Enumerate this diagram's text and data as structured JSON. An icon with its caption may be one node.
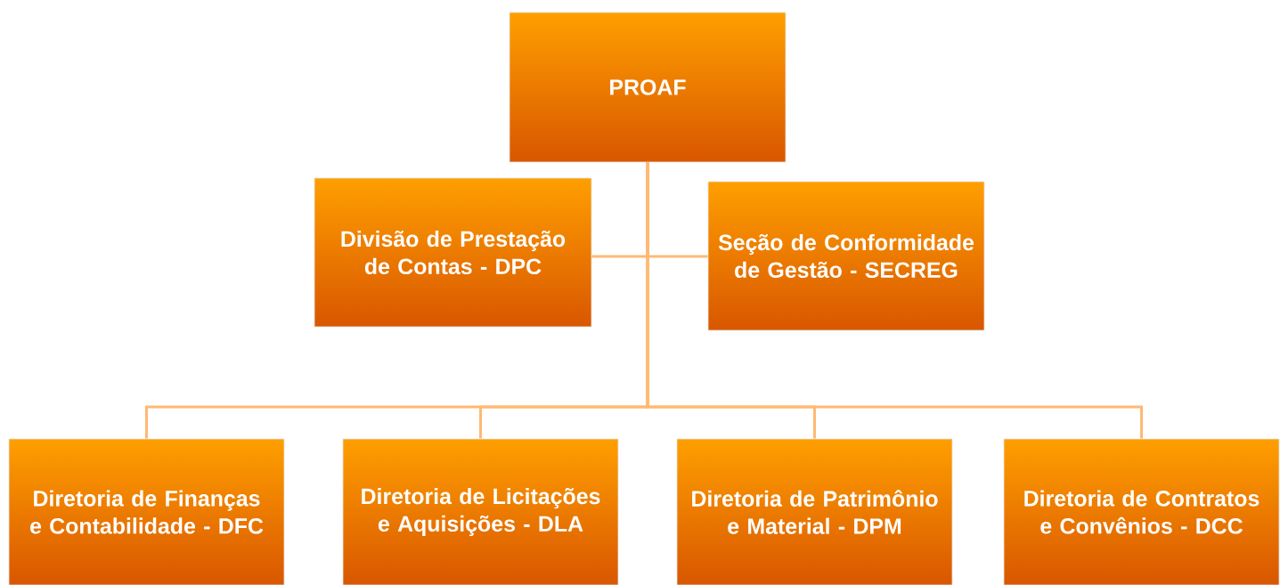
{
  "diagram": {
    "nodes": [
      {
        "text": [
          "PROAF"
        ]
      },
      {
        "text": [
          "Divisão de Prestação de Contas - DPC"
        ]
      },
      {
        "text": [
          "Seção de Conformidade de Gestão - SECREG"
        ]
      },
      {
        "text": [
          "Diretoria de Finanças e Contabilidade - DFC"
        ]
      },
      {
        "text": [
          "Diretoria de Licitações e Aquisições - DLA"
        ]
      },
      {
        "text": [
          "Diretoria de Patrimônio e Material - DPM"
        ]
      },
      {
        "text": [
          "Diretoria de Contratos e Convênios - DCC"
        ]
      }
    ],
    "edges": [
      {
        "from": 0,
        "to": 1,
        "arrow": "none"
      },
      {
        "from": 0,
        "to": 2,
        "arrow": "none"
      },
      {
        "from": 0,
        "to": 3,
        "arrow": "none"
      },
      {
        "from": 0,
        "to": 4,
        "arrow": "none"
      },
      {
        "from": 0,
        "to": 5,
        "arrow": "none"
      },
      {
        "from": 0,
        "to": 6,
        "arrow": "none"
      }
    ]
  }
}
